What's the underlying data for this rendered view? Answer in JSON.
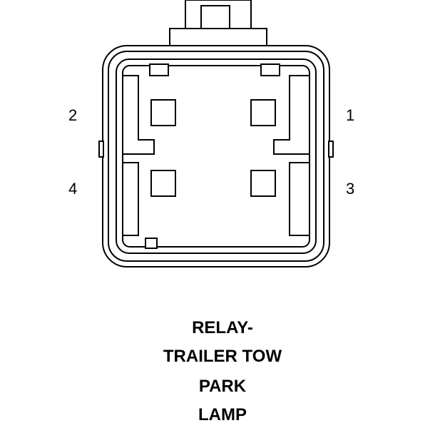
{
  "connector": {
    "pins": [
      {
        "id": "pin-1",
        "label": "1"
      },
      {
        "id": "pin-2",
        "label": "2"
      },
      {
        "id": "pin-3",
        "label": "3"
      },
      {
        "id": "pin-4",
        "label": "4"
      }
    ],
    "stroke_color": "#000000",
    "fill_color": "#ffffff"
  },
  "caption": {
    "lines": [
      "RELAY-",
      "TRAILER TOW",
      "PARK",
      "LAMP"
    ]
  }
}
